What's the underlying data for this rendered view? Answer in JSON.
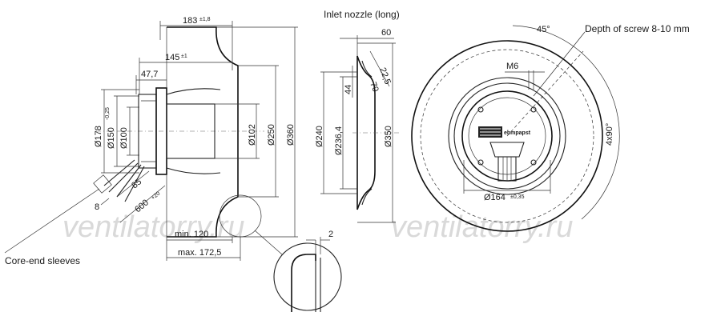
{
  "labels": {
    "inlet_nozzle": "Inlet nozzle (long)",
    "depth_of_screw": "Depth of screw 8-10 mm",
    "core_end_sleeves": "Core-end sleeves",
    "min_120": "min. 120",
    "max_172_5": "max. 172,5",
    "brand": "ebmpapst"
  },
  "dimensions": {
    "d183": "183",
    "d183_tol": "±1,8",
    "d145": "145",
    "d145_tol": "±1",
    "d47_7": "47,7",
    "d178": "Ø178",
    "d150": "Ø150",
    "d150_tol": "-0,25",
    "d100": "Ø100",
    "d102": "Ø102",
    "d250": "Ø250",
    "d360": "Ø360",
    "d60": "60",
    "d22_5": "22,5",
    "d70": "70",
    "d44": "44",
    "d240": "Ø240",
    "d236_4": "Ø236,4",
    "d350": "Ø350",
    "d2": "2",
    "d85": "85",
    "d8": "8",
    "d600": "600",
    "d600_tol": "+20",
    "m6": "M6",
    "a45": "45°",
    "a4x90": "4x90°",
    "d164": "Ø164",
    "d164_tol": "±0,35"
  },
  "watermarks": [
    "ventilatorry.ru",
    "ventilatorry.ru"
  ]
}
